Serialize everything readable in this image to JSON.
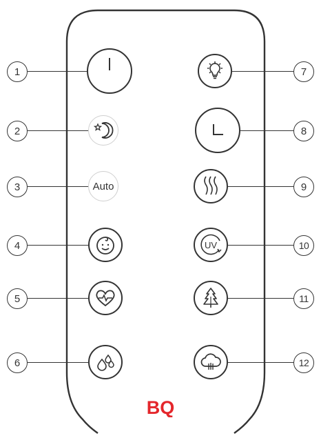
{
  "brand": {
    "logo_text": "BQ",
    "logo_color": "#e4262b"
  },
  "auto_label": "Auto",
  "callouts_left": [
    "1",
    "2",
    "3",
    "4",
    "5",
    "6"
  ],
  "callouts_right": [
    "7",
    "8",
    "9",
    "10",
    "11",
    "12"
  ],
  "buttons_left": [
    {
      "icon": "power-icon"
    },
    {
      "icon": "moon-star-icon"
    },
    {
      "icon": "auto-text"
    },
    {
      "icon": "baby-face-icon"
    },
    {
      "icon": "heart-pulse-icon"
    },
    {
      "icon": "water-drops-icon"
    }
  ],
  "buttons_right": [
    {
      "icon": "light-bulb-icon"
    },
    {
      "icon": "clock-icon"
    },
    {
      "icon": "heat-waves-icon"
    },
    {
      "icon": "uv-icon"
    },
    {
      "icon": "tree-icon"
    },
    {
      "icon": "cloud-rain-icon"
    }
  ]
}
